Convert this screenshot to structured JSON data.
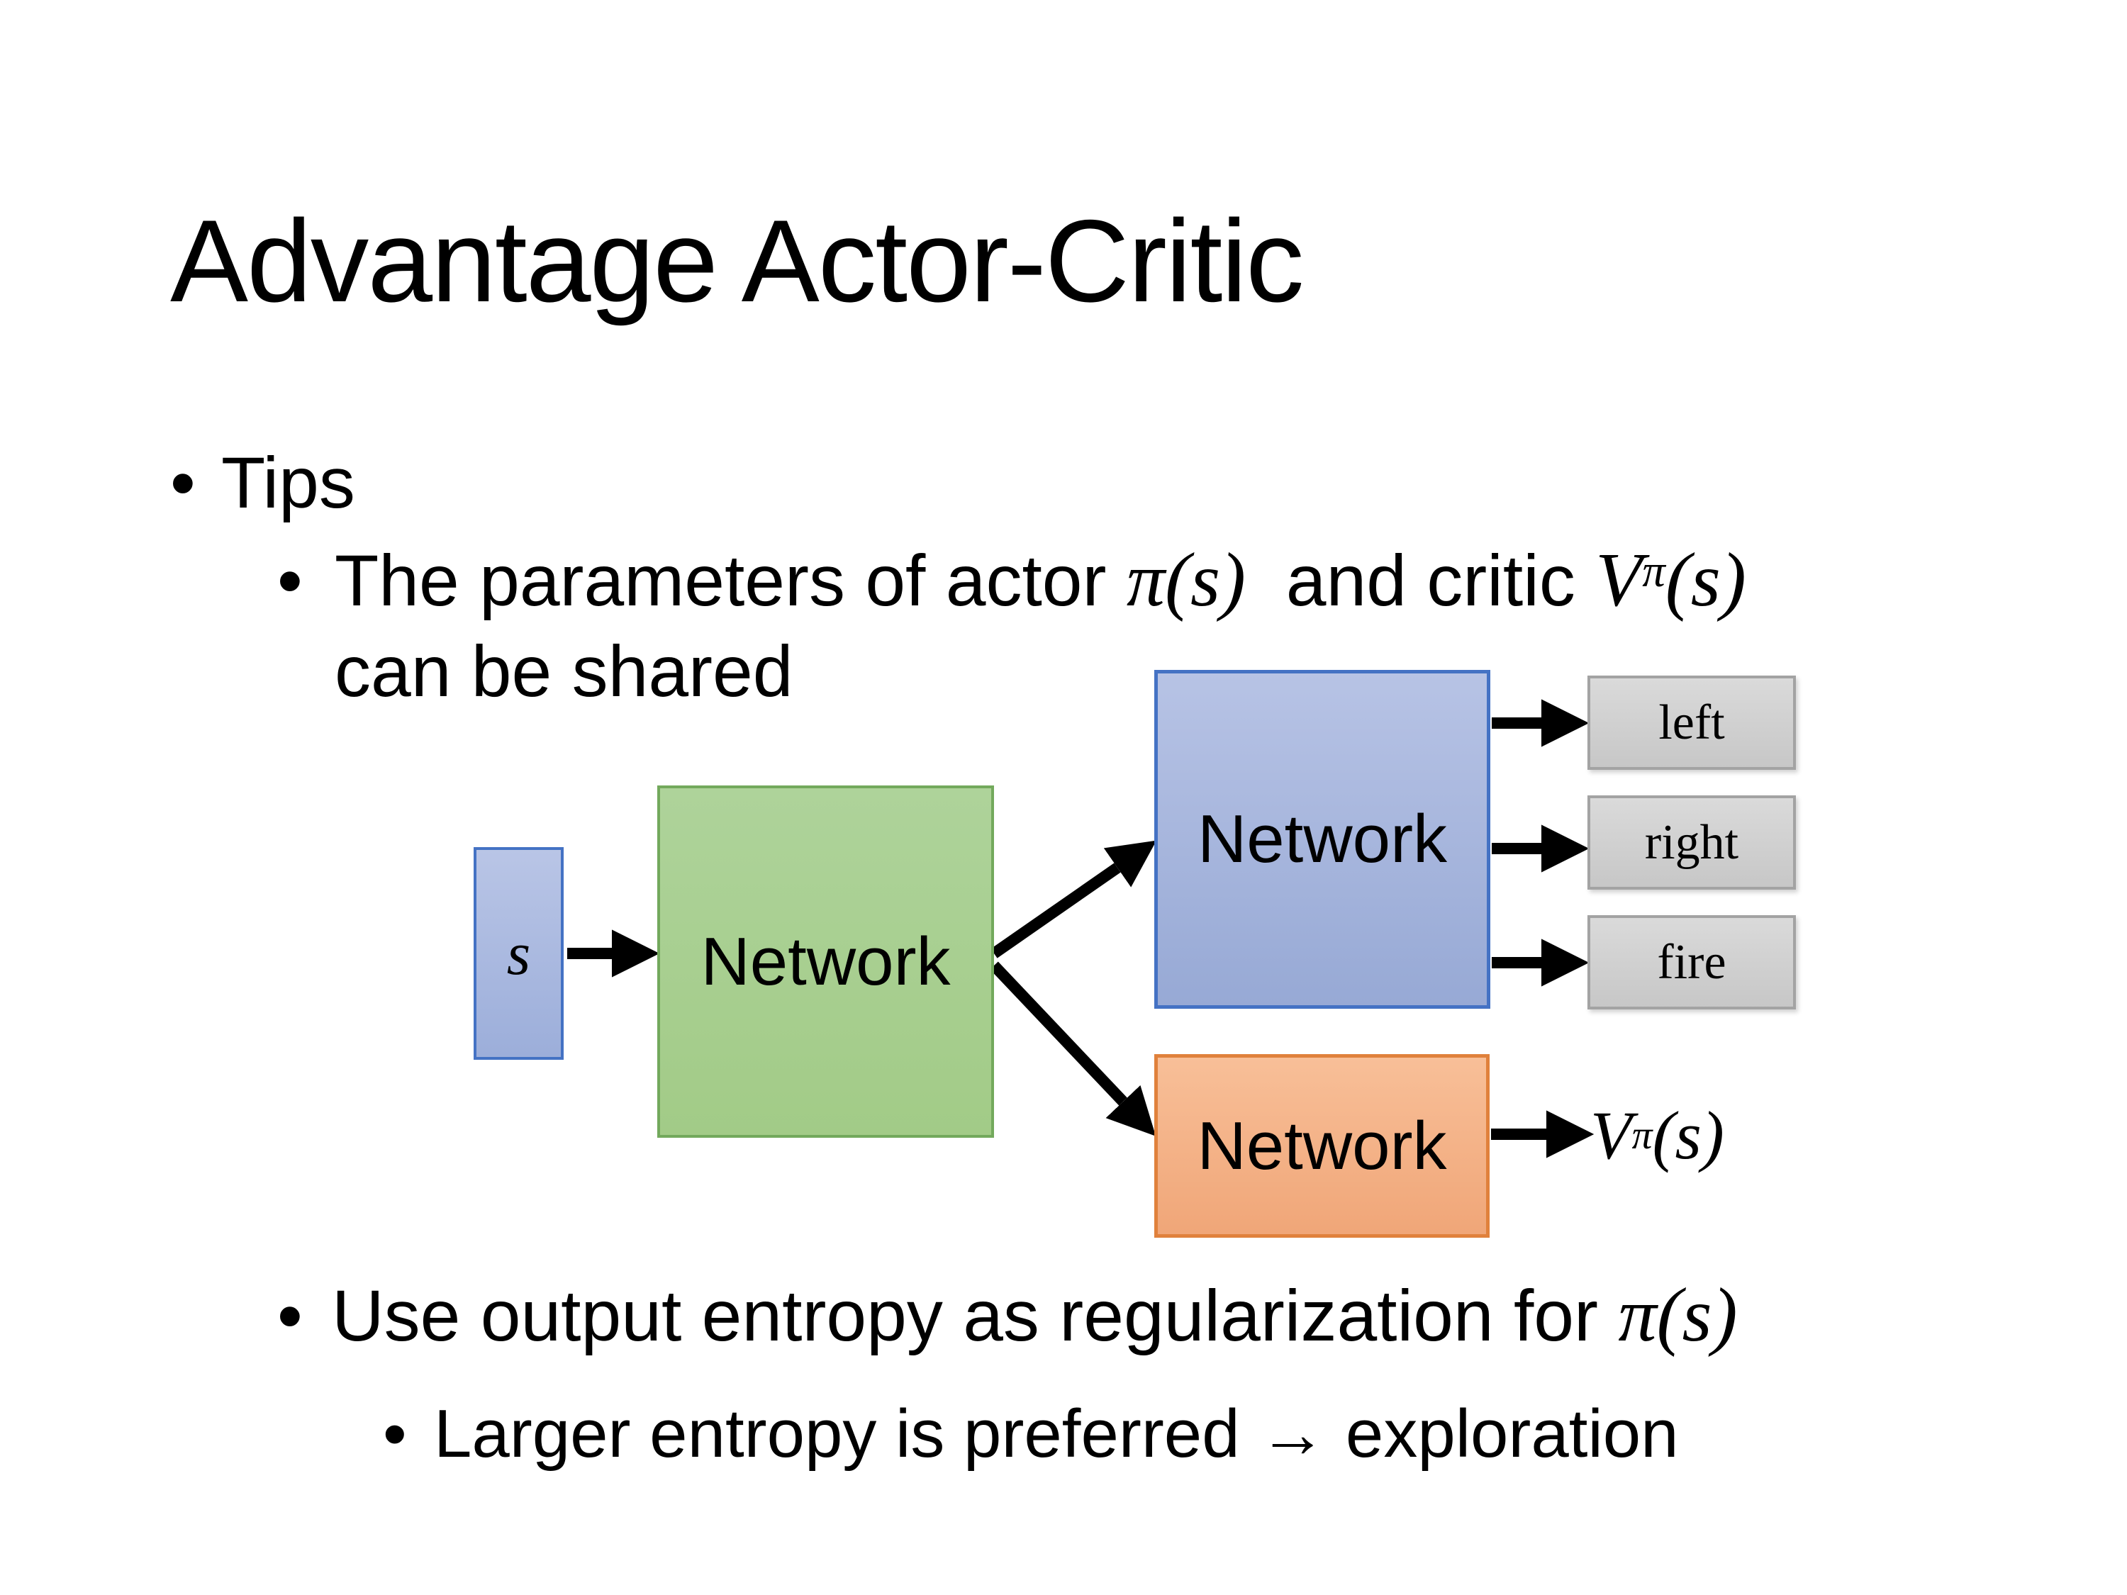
{
  "slide": {
    "title": "Advantage Actor-Critic",
    "bullet_char": "•",
    "tips_label": "Tips",
    "bullet_shared": {
      "text_before": "The parameters of actor ",
      "pi_s": "π(s)",
      "text_between": "  and critic ",
      "v_base": "V",
      "v_sup": "π",
      "v_args": "(s)",
      "line2": "can be shared"
    },
    "bullet_entropy": {
      "text": "Use output entropy as regularization for ",
      "pi_s": "π(s)"
    },
    "bullet_exploration": {
      "text": "Larger entropy is preferred → exploration"
    }
  },
  "diagram": {
    "state_label": "s",
    "shared_network_label": "Network",
    "actor_network_label": "Network",
    "critic_network_label": "Network",
    "actions": [
      "left",
      "right",
      "fire"
    ],
    "critic_output": {
      "base": "V",
      "sup": "π",
      "args": "(s)"
    }
  },
  "theme": {
    "background": "#ffffff",
    "text-color": "#000000",
    "state-fill-top": "#b9c5e6",
    "state-fill-bottom": "#9caeda",
    "state-border": "#4472c4",
    "shared-fill-top": "#aed39a",
    "shared-fill-bottom": "#a2cb87",
    "shared-border": "#73a95c",
    "actor-fill-top": "#b7c3e5",
    "actor-fill-bottom": "#97a9d5",
    "actor-border": "#4472c4",
    "critic-fill-top": "#f8bf98",
    "critic-fill-bottom": "#f0a678",
    "critic-border": "#e0813c",
    "action-fill-top": "#dadada",
    "action-fill-bottom": "#c7c7c7",
    "action-border": "#a3a3a3",
    "arrow-color": "#000000"
  }
}
